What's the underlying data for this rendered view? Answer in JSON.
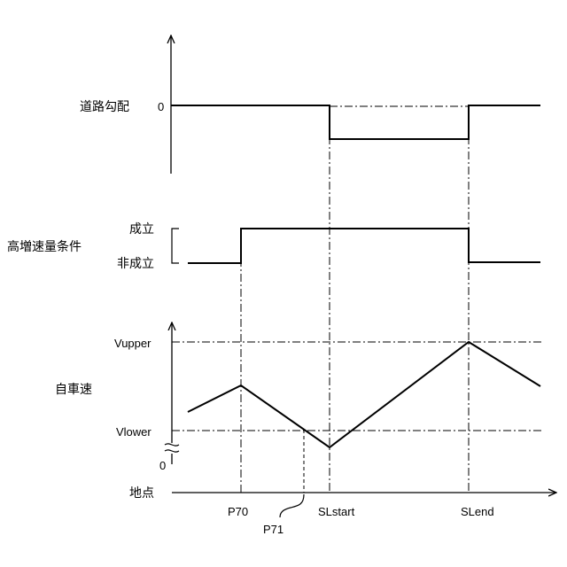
{
  "panels": {
    "road_gradient": {
      "label": "道路勾配",
      "zero_label": "0"
    },
    "condition": {
      "label": "高増速量条件",
      "true_label": "成立",
      "false_label": "非成立"
    },
    "speed": {
      "label": "自車速",
      "upper_label": "Vupper",
      "lower_label": "Vlower",
      "zero_label": "0"
    }
  },
  "x_axis": {
    "label": "地点",
    "points": {
      "p70": "P70",
      "p71": "P71",
      "sl_start": "SLstart",
      "sl_end": "SLend"
    }
  }
}
